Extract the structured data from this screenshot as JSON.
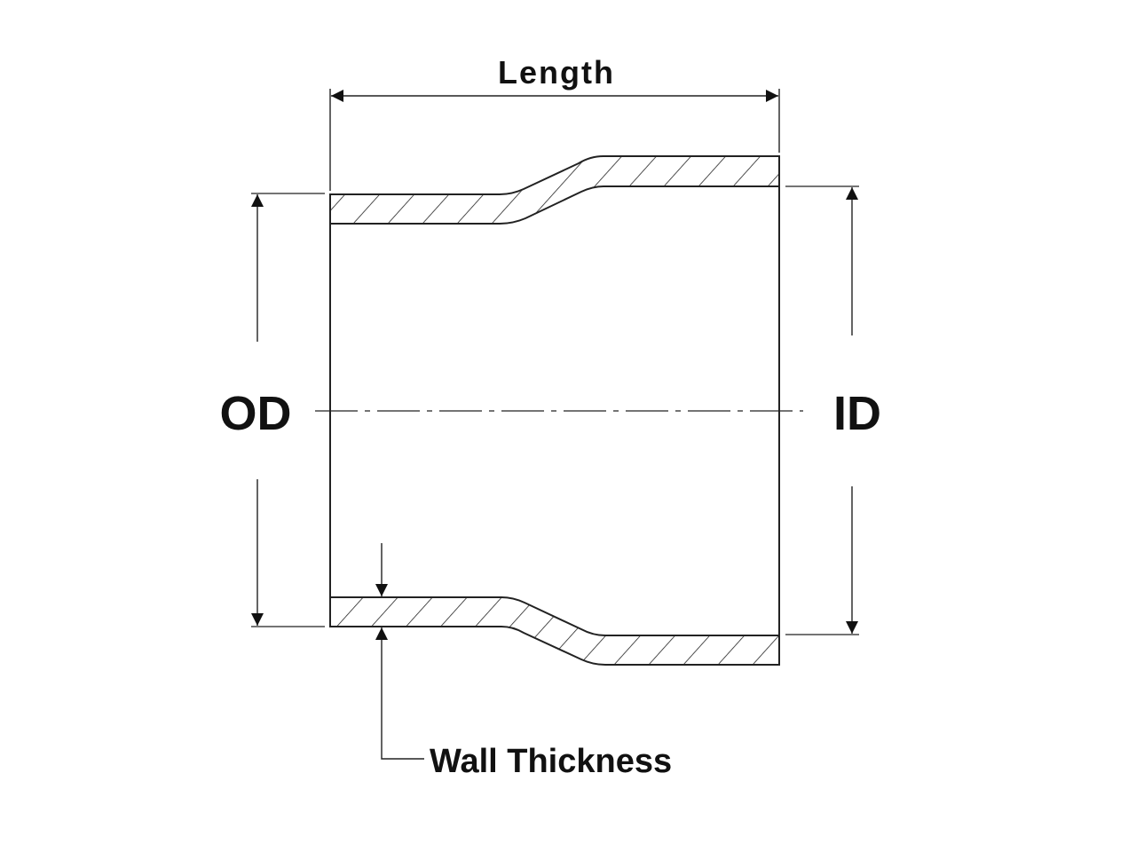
{
  "diagram": {
    "title": "Reducer hose dimensions",
    "labels": {
      "length": "Length",
      "od": "OD",
      "id": "ID",
      "wall_thickness": "Wall Thickness"
    },
    "colors": {
      "line": "#222222",
      "background": "#ffffff"
    }
  }
}
